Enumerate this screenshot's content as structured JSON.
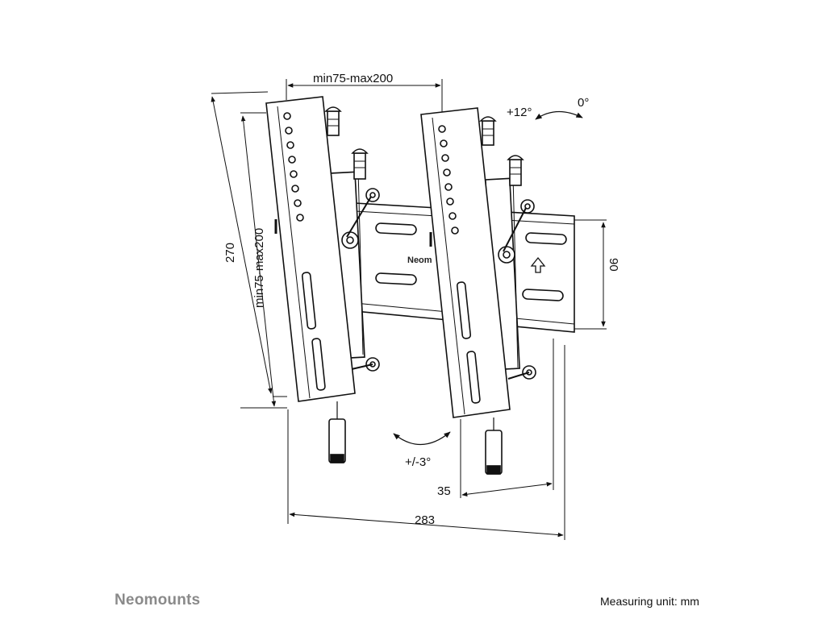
{
  "labels": {
    "top_width": "min75-max200",
    "tilt_up": "+12°",
    "tilt_zero": "0°",
    "height_total": "270",
    "height_vesa": "min75-max200",
    "rail_height": "90",
    "swivel": "+/-3°",
    "depth": "35",
    "total_width": "283",
    "rail_brand": "Neom"
  },
  "footer": {
    "brand": "Neomounts",
    "unit": "Measuring unit: mm"
  }
}
